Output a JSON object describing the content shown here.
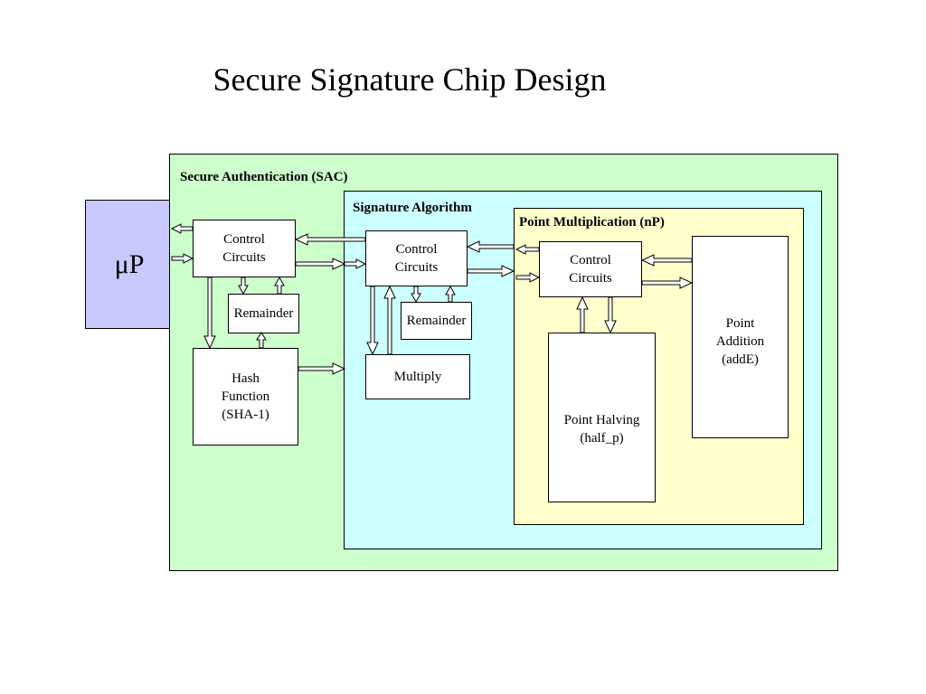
{
  "title": "Secure Signature Chip Design",
  "microprocessor": {
    "label": "μP"
  },
  "sac": {
    "label": "Secure Authentication (SAC)",
    "control": "Control\nCircuits",
    "remainder": "Remainder",
    "hash": "Hash\nFunction\n(SHA-1)"
  },
  "signature": {
    "label": "Signature Algorithm",
    "control": "Control\nCircuits",
    "remainder": "Remainder",
    "multiply": "Multiply"
  },
  "point_mult": {
    "label": "Point Multiplication (nP)",
    "control": "Control\nCircuits",
    "addition": "Point\nAddition\n(addE)",
    "halving": "Point Halving\n(half_p)"
  },
  "colors": {
    "sac_bg": "#ccffcc",
    "signature_bg": "#ccffff",
    "point_mult_bg": "#ffffcc",
    "microprocessor_bg": "#c8c8fc"
  }
}
